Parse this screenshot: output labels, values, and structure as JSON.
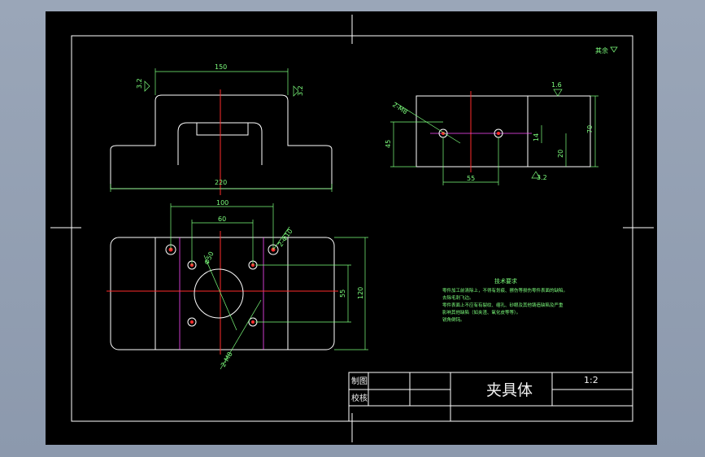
{
  "title_block": {
    "drawn_label": "制图",
    "checked_label": "校核",
    "part_name": "夹具体",
    "scale": "1:2"
  },
  "roughness_note": "其余",
  "technical_requirements": {
    "heading": "技术要求",
    "lines": [
      "零件加工前清除上，不得有划痕、擦伤等损伤零件表面的缺陷。",
      "去除毛刺飞边。",
      "零件表面上不应有有裂纹、缩孔、砂眼及其他铸造缺陷及严重",
      "影响其他缺陷（如夹渣、氧化皮等等）。",
      "锐角倒钝。"
    ]
  },
  "dimensions": {
    "front_top_width": "150",
    "front_overall_width": "220",
    "plan_outer_hole_spacing": "100",
    "plan_inner_hole_spacing": "60",
    "plan_center_bore": "Φ50",
    "plan_hole_callout": "2-Φ10",
    "plan_lower_callout": "2-M8",
    "plan_inner_height": "55",
    "plan_overall_height": "120",
    "side_hole_callout": "2-M8",
    "side_left_height": "45",
    "side_right_height": "70",
    "side_small_height": "14",
    "side_mid_height": "20",
    "side_hole_spacing": "55"
  },
  "roughness": {
    "top_left": "3.2",
    "top_right": "3.2",
    "side_top": "1.6",
    "side_bottom": "3.2"
  }
}
